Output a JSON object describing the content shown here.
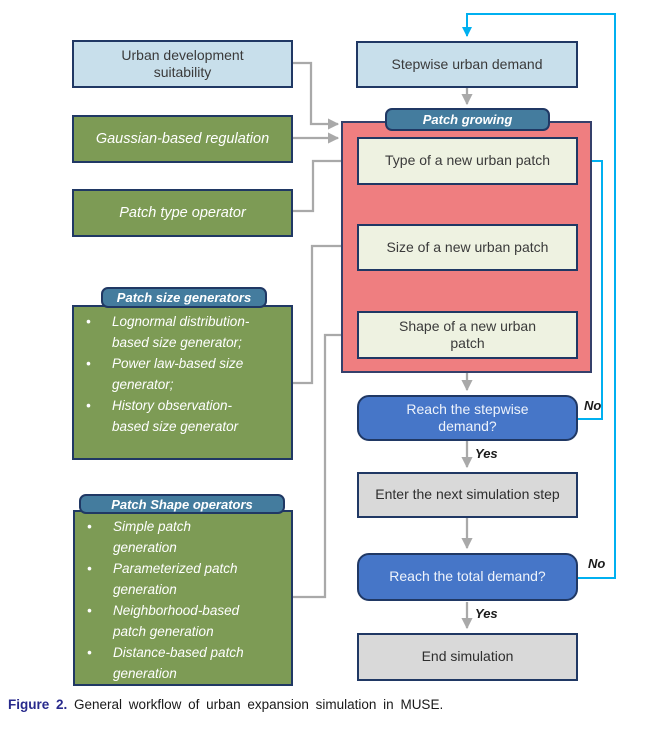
{
  "ui": {
    "bullet": "•"
  },
  "colors": {
    "light_blue": "#c8dfeb",
    "olive_green": "#7d9b55",
    "badge_blue": "#447c9e",
    "red_panel": "#ef7e80",
    "pale_box": "#eef2e1",
    "decision_blue": "#4676c8",
    "gray_box": "#d9d9d9",
    "border_navy": "#203864",
    "connector_gray": "#a9a9a9",
    "cyan": "#00b0f0",
    "caption_blue": "#282a8c"
  },
  "left_column": {
    "suitability": "Urban development suitability",
    "regulation": "Gaussian-based regulation",
    "type_operator": "Patch type operator",
    "size_generators": {
      "title": "Patch size generators",
      "items": [
        "Lognormal distribution-based size generator;",
        "Power law-based size generator;",
        "History observation-based size generator"
      ]
    },
    "shape_operators": {
      "title": "Patch Shape operators",
      "items": [
        "Simple patch generation",
        "Parameterized patch generation",
        "Neighborhood-based patch generation",
        "Distance-based patch generation"
      ]
    }
  },
  "flow": {
    "stepwise_demand": "Stepwise urban demand",
    "patch_growing": "Patch growing",
    "type_patch": "Type of a new urban patch",
    "size_patch": "Size of a new urban patch",
    "shape_patch": "Shape of a new urban patch",
    "stepwise_decision": "Reach the stepwise demand?",
    "next_step": "Enter the next simulation step",
    "total_decision": "Reach the total demand?",
    "end_simulation": "End simulation",
    "yes": "Yes",
    "no": "No"
  },
  "caption": {
    "label": "Figure 2.",
    "text": "General workflow of urban expansion simulation in MUSE."
  }
}
